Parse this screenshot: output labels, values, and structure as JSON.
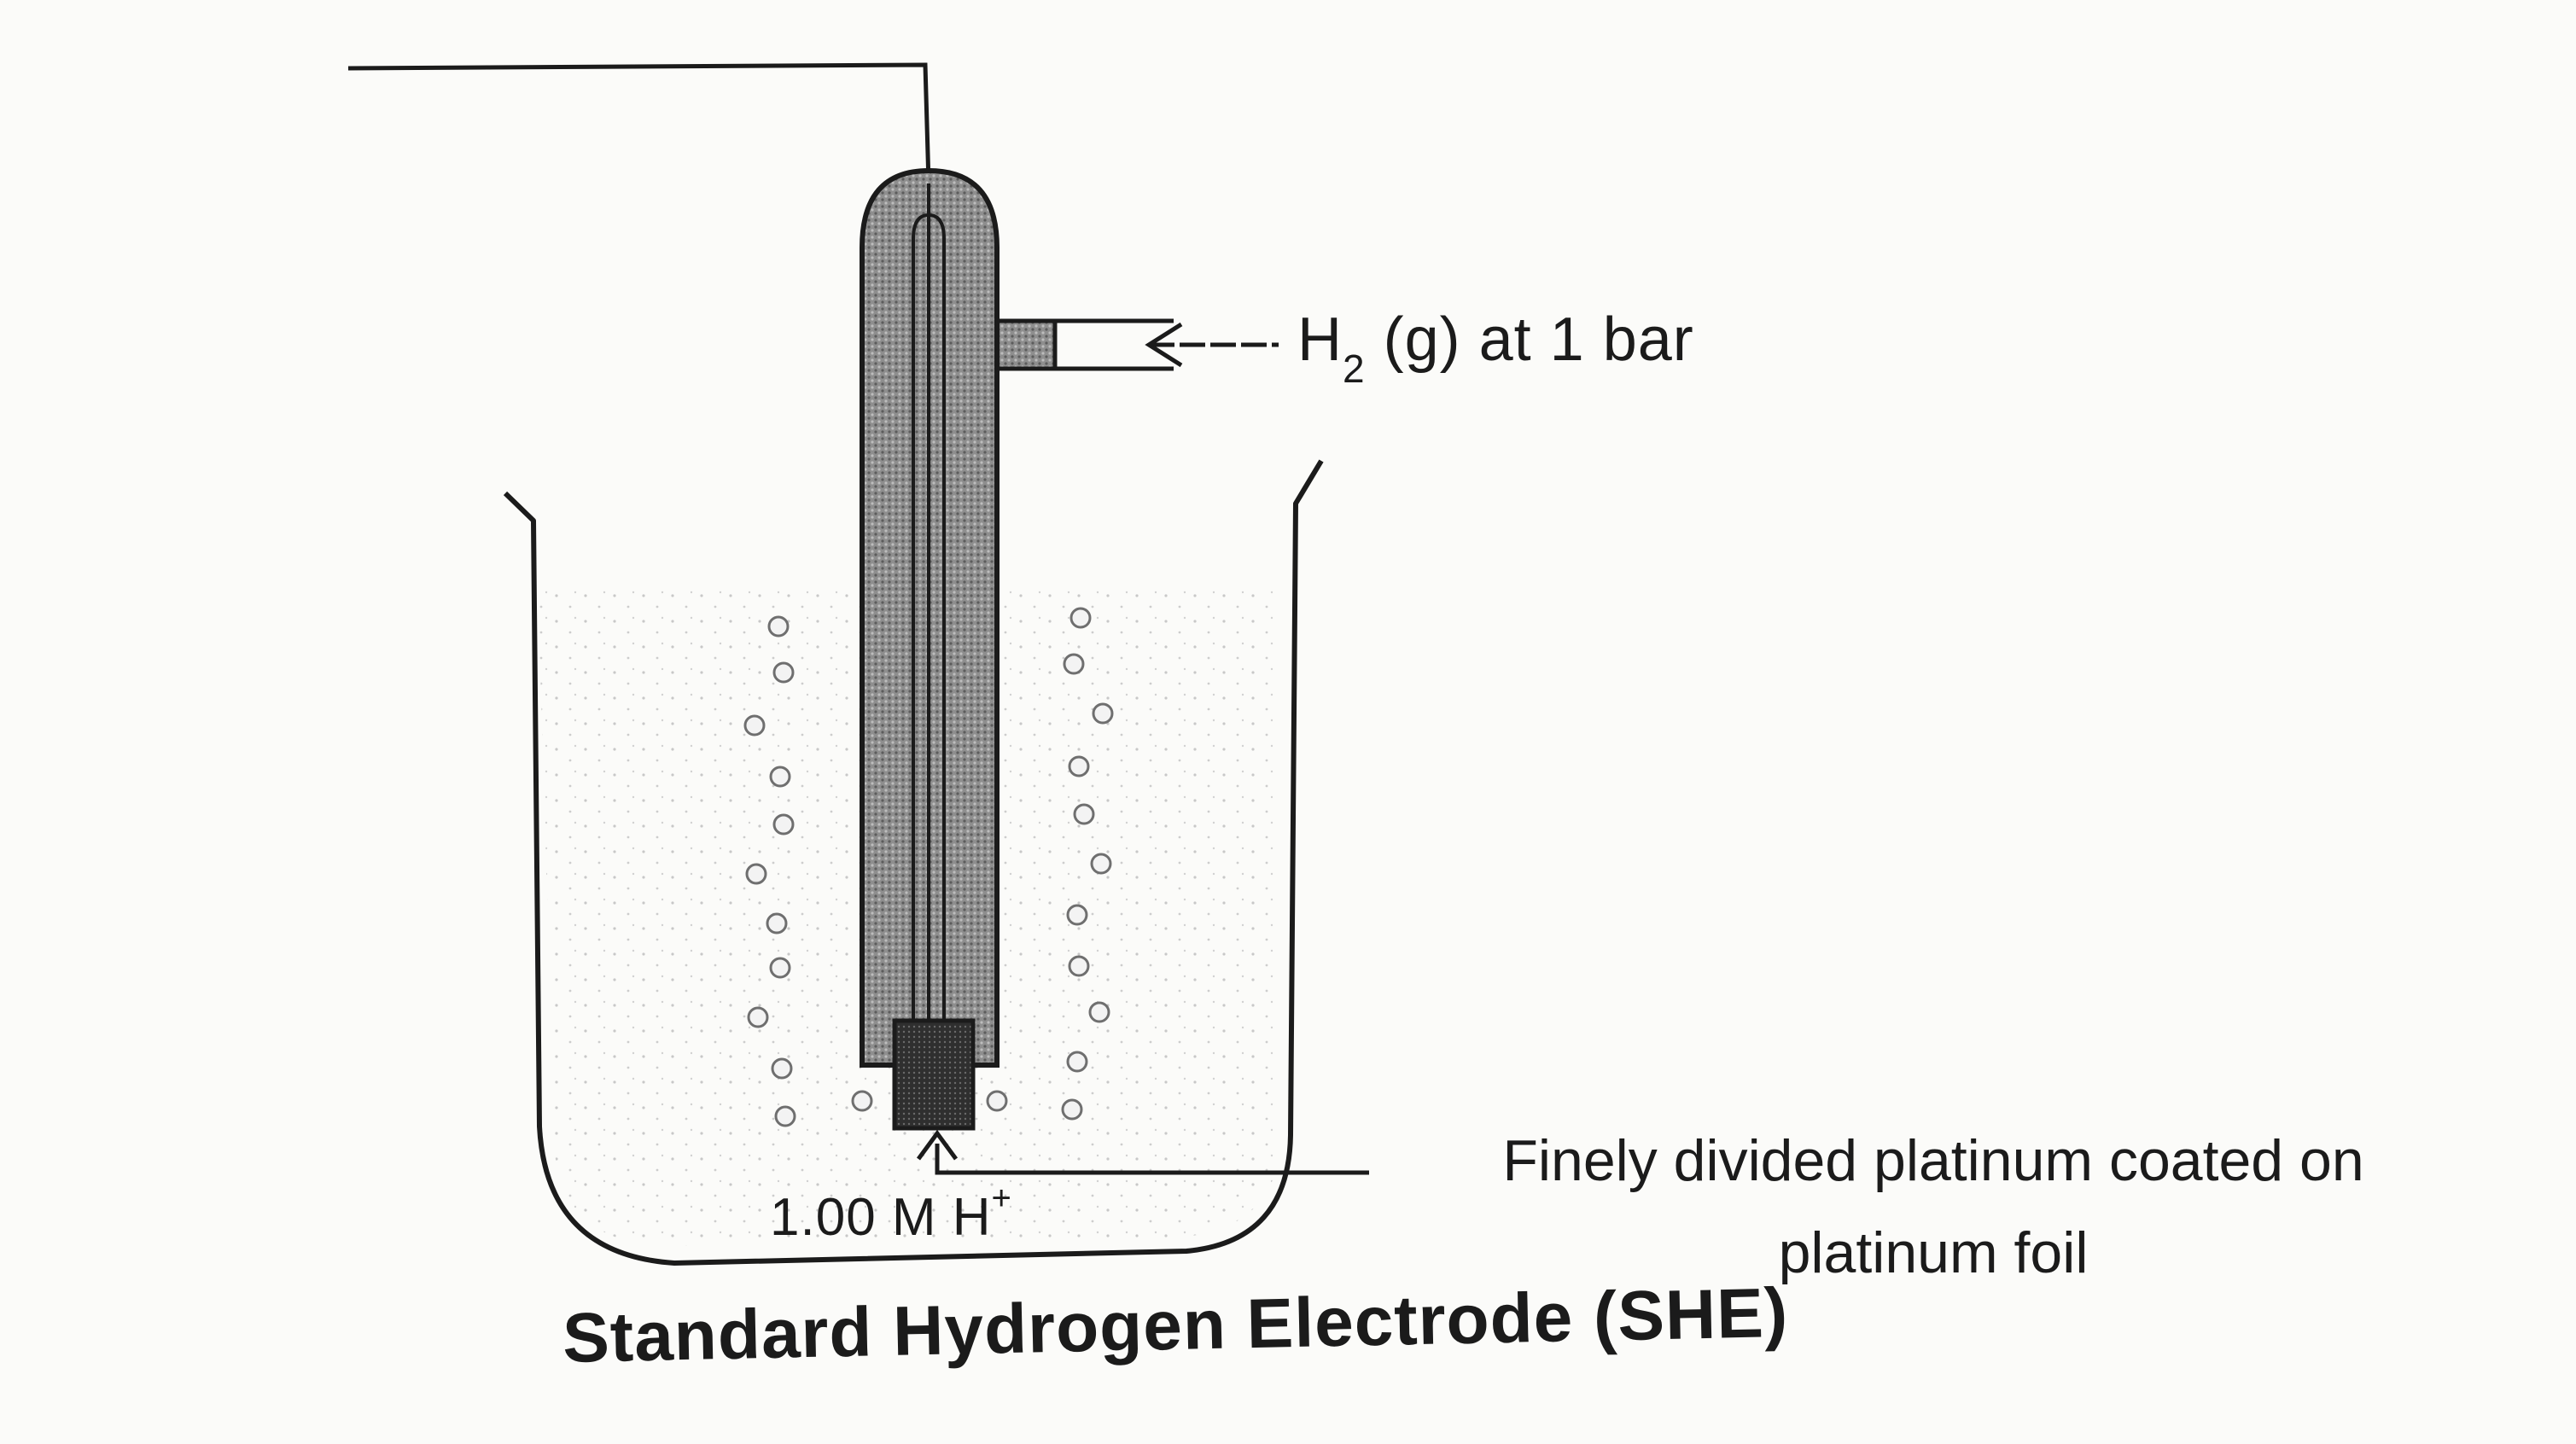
{
  "diagram": {
    "title": "Standard Hydrogen Electrode (SHE)",
    "labels": {
      "gas_inlet_main": "H",
      "gas_inlet_subscript": "2",
      "gas_inlet_rest": " (g) at 1 bar",
      "platinum": "Finely divided platinum coated on platinum foil",
      "solution_main": "1.00 M H",
      "solution_superscript": "+"
    },
    "colors": {
      "line": "#1b1b1b",
      "glass_fill": "#8a8a8a",
      "platinum_fill": "#3a3a3a",
      "bubble_stroke": "#6f6f6f",
      "solution_dots": "#b5b5b5"
    }
  }
}
